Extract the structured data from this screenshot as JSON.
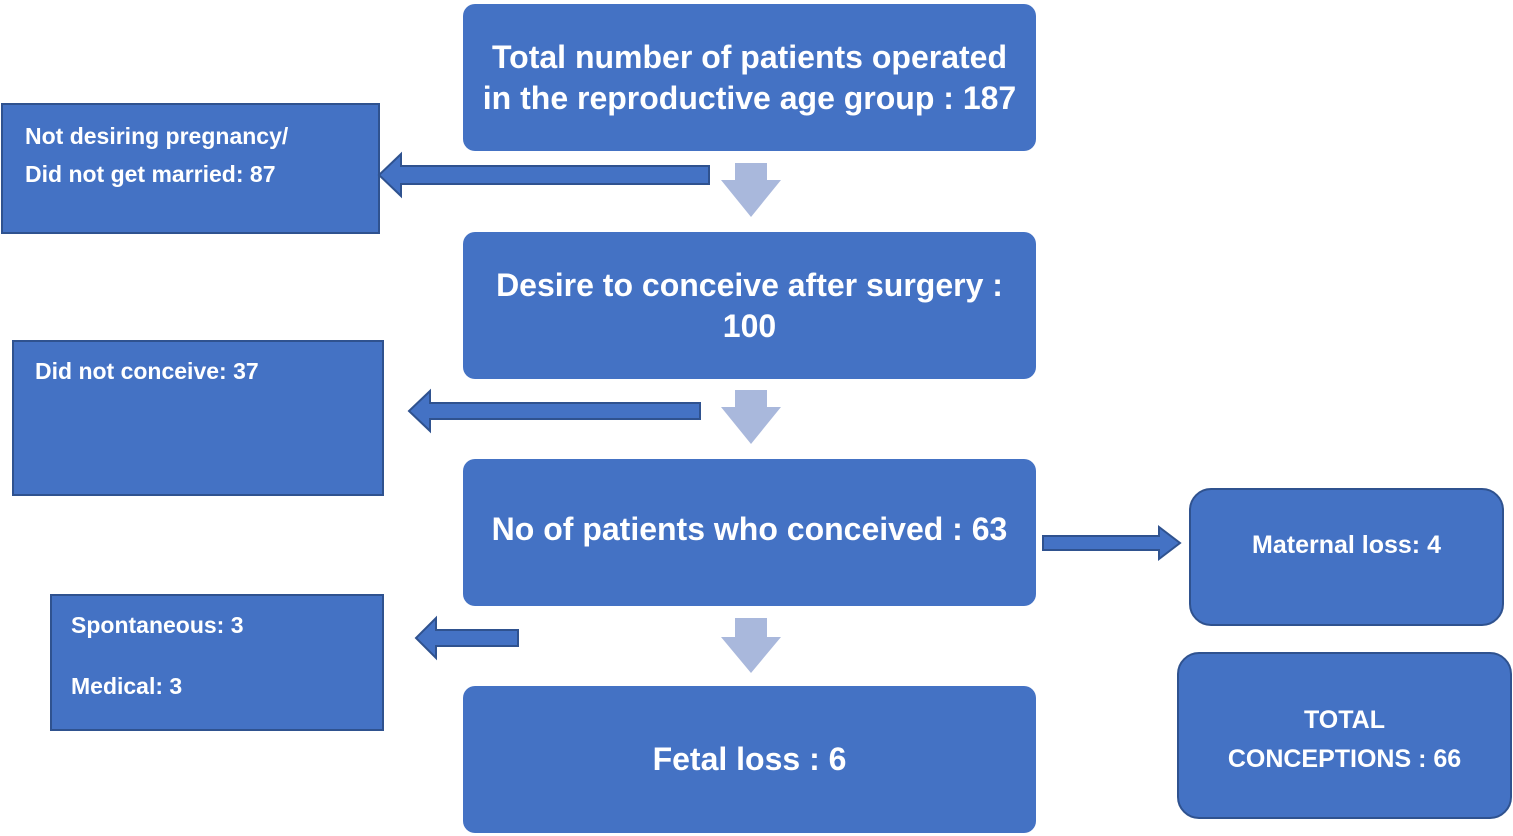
{
  "flow": {
    "total": {
      "line1": "Total number of patients operated",
      "line2": "in the reproductive age group : 187"
    },
    "desire": {
      "line1": "Desire to conceive after surgery :",
      "line2": "100"
    },
    "conceived": {
      "line1": "No of patients who conceived : 63"
    },
    "fetal_loss": {
      "line1": "Fetal loss : 6"
    }
  },
  "side": {
    "not_desiring": {
      "line1": "Not desiring pregnancy/",
      "line2": "Did not get married: 87"
    },
    "did_not_conceive": {
      "line1": "Did not conceive: 37"
    },
    "fetal_loss_types": {
      "spontaneous": "Spontaneous: 3",
      "medical": "Medical: 3"
    }
  },
  "right": {
    "maternal_loss": "Maternal loss: 4",
    "total_conceptions": {
      "line1": "TOTAL",
      "line2": "CONCEPTIONS : 66"
    }
  },
  "colors": {
    "box_fill": "#4472c4",
    "box_border": "#2f528f",
    "down_arrow": "#a9b8dc"
  }
}
